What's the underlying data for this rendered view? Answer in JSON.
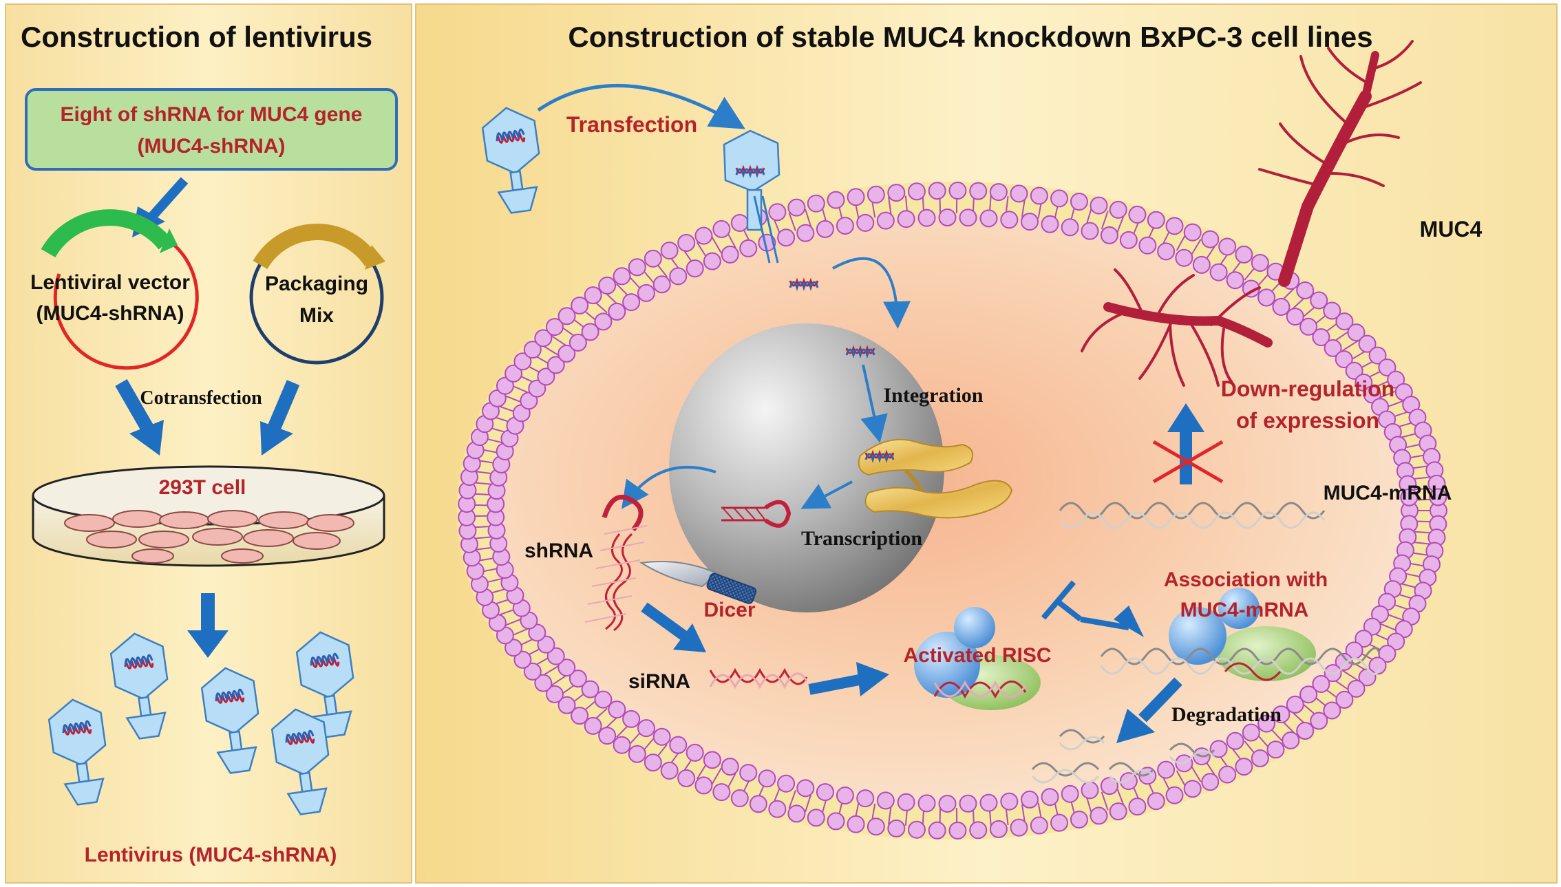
{
  "left_panel": {
    "title": "Construction of lentivirus",
    "shrna_box_line1": "Eight of shRNA for MUC4 gene",
    "shrna_box_line2": "(MUC4-shRNA)",
    "vector_line1": "Lentiviral vector",
    "vector_line2": "(MUC4-shRNA)",
    "packaging_line1": "Packaging",
    "packaging_line2": "Mix",
    "cotransfection": "Cotransfection",
    "cell_label": "293T cell",
    "virus_label": "Lentivirus (MUC4-shRNA)"
  },
  "right_panel": {
    "title": "Construction of stable MUC4 knockdown BxPC-3 cell lines",
    "transfection": "Transfection",
    "muc4": "MUC4",
    "integration": "Integration",
    "transcription": "Transcription",
    "downreg_line1": "Down-regulation",
    "downreg_line2": "of expression",
    "mrna": "MUC4-mRNA",
    "shrna": "shRNA",
    "dicer": "Dicer",
    "association_line1": "Association with",
    "association_line2": "MUC4-mRNA",
    "sirna": "siRNA",
    "risc": "Activated RISC",
    "degradation": "Degradation"
  },
  "colors": {
    "red_label": "#b5232a",
    "arrow_blue": "#1f6fc0",
    "membrane_head": "#e7b3e8",
    "membrane_edge": "#b04cb8",
    "muc4": "#b21f3a"
  }
}
